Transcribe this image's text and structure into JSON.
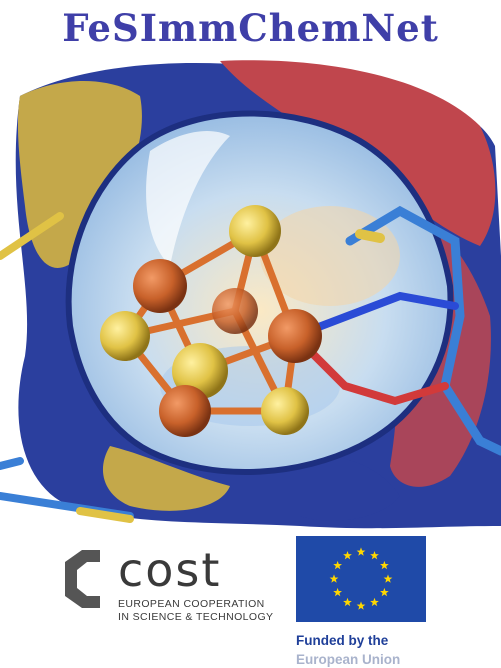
{
  "title": "FeSImmChemNet",
  "cost": {
    "wordmark": "cost",
    "line1": "EUROPEAN COOPERATION",
    "line2": "IN SCIENCE & TECHNOLOGY"
  },
  "eu": {
    "funded_line1": "Funded by the",
    "funded_line2": "European Union"
  },
  "colors": {
    "title": "#3f3fa8",
    "iron_atom": "#c8612a",
    "sulfur_atom": "#e0c245",
    "eu_blue": "#1f4aa8",
    "eu_star": "#ffd700",
    "surface_blue": "#2b3f9e",
    "surface_red": "#c0464d"
  }
}
